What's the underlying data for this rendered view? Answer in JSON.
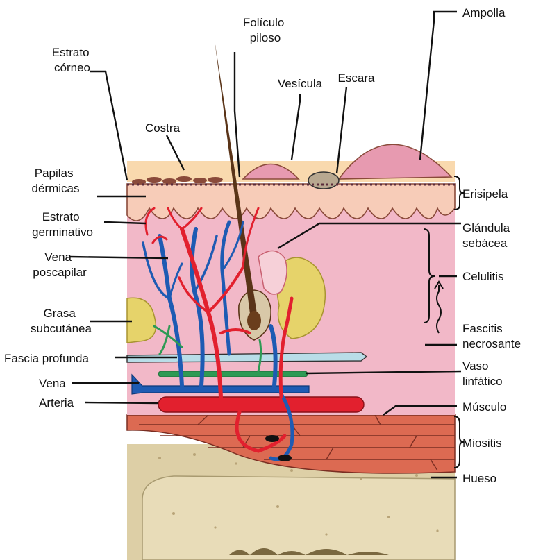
{
  "labels": {
    "estrato_corneo": [
      "Estrato",
      "córneo"
    ],
    "foliculo_piloso": [
      "Folículo",
      "piloso"
    ],
    "vesicula": "Vesícula",
    "escara": "Escara",
    "ampolla": "Ampolla",
    "costra": "Costra",
    "papilas_dermicas": [
      "Papilas",
      "dérmicas"
    ],
    "erisipela": "Erisipela",
    "estrato_germinativo": [
      "Estrato",
      "germinativo"
    ],
    "glandula_sebacea": [
      "Glándula",
      "sebácea"
    ],
    "vena_poscapilar": [
      "Vena",
      "poscapilar"
    ],
    "celulitis": "Celulitis",
    "grasa_subcutanea": [
      "Grasa",
      "subcutánea"
    ],
    "fascitis_necrosante": [
      "Fascitis",
      "necrosante"
    ],
    "fascia_profunda": "Fascia profunda",
    "vaso_linfatico": [
      "Vaso",
      "linfático"
    ],
    "vena": "Vena",
    "arteria": "Arteria",
    "musculo": "Músculo",
    "miositis": "Miositis",
    "hueso": "Hueso"
  },
  "colors": {
    "dermis": "#f2b8c8",
    "epidermis": "#f7ccb8",
    "stratum_corneum": "#f9d9ae",
    "blister": "#e79ab0",
    "fat": "#e6d36a",
    "fascia": "#b9dde8",
    "lymph": "#2e9a54",
    "vein": "#1e5bb3",
    "artery": "#e2202e",
    "muscle": "#dc6a52",
    "bone": "#ddcfa6",
    "hair": "#5a3418",
    "scab": "#8a4a3a",
    "eschar": "#b8a890"
  }
}
